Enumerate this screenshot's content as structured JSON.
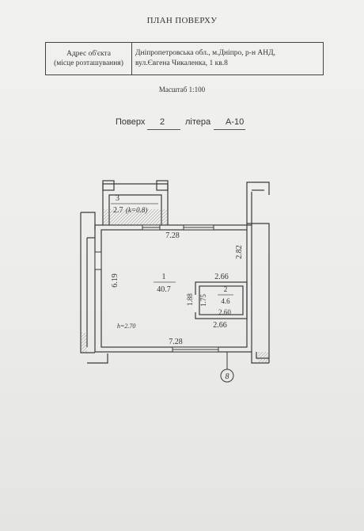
{
  "header": {
    "title": "ПЛАН ПОВЕРХУ"
  },
  "address": {
    "label_line1": "Адрес об'єкта",
    "label_line2": "(місце розташування)",
    "value_line1": "Дніпропетровська обл., м.Дніпро, р-н АНД,",
    "value_line2": "вул.Євгена Чикаленка, 1 кв.8"
  },
  "scale": "Масштаб 1:100",
  "floor": {
    "floor_label": "Поверх",
    "floor_value": "2",
    "litera_label": "літера",
    "litera_value": "А-10"
  },
  "plan": {
    "rooms": [
      {
        "number": "1",
        "area": "40.7"
      },
      {
        "number": "2",
        "area": "4.6"
      },
      {
        "number": "3",
        "area": "2.7",
        "coefficient": "(k=0.8)"
      }
    ],
    "dimensions": {
      "room1_top_width": "7.28",
      "room1_bottom_width": "7.28",
      "room1_left_height": "6.19",
      "right_wall_height": "2.82",
      "room2_top_width": "2.66",
      "room2_bottom_width": "2.66",
      "room2_inner_width": "2.60",
      "room2_left_outer": "1.88",
      "room2_left_inner": "1.75"
    },
    "ceiling_height": "h=2.70",
    "axis_marker": "8"
  }
}
